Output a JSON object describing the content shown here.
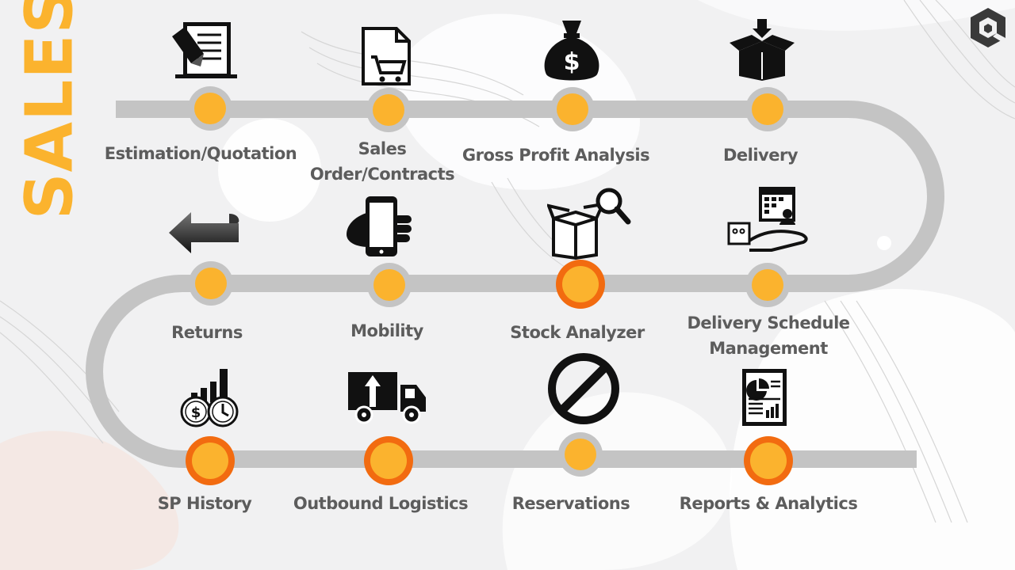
{
  "title": "SALES",
  "colors": {
    "accent": "#fbb32e",
    "active": "#f26b10",
    "track": "#c4c4c4",
    "label": "#5c5c5c"
  },
  "steps": [
    {
      "label": "Estimation/Quotation",
      "icon": "quotation-document-icon",
      "active": false
    },
    {
      "label": "Sales Order/Contracts",
      "line1": "Sales",
      "line2": "Order/Contracts",
      "icon": "sales-order-cart-icon",
      "active": false
    },
    {
      "label": "Gross Profit Analysis",
      "icon": "money-bag-icon",
      "active": false
    },
    {
      "label": "Delivery",
      "icon": "delivery-box-icon",
      "active": false
    },
    {
      "label": "Returns",
      "icon": "return-arrow-icon",
      "active": false
    },
    {
      "label": "Mobility",
      "icon": "mobile-phone-icon",
      "active": false
    },
    {
      "label": "Stock Analyzer",
      "icon": "stock-search-box-icon",
      "active": true
    },
    {
      "label": "Delivery Schedule Management",
      "line1": "Delivery Schedule",
      "line2": "Management",
      "icon": "delivery-schedule-icon",
      "active": false
    },
    {
      "label": "SP History",
      "icon": "sp-history-icon",
      "active": true
    },
    {
      "label": "Outbound Logistics",
      "icon": "truck-icon",
      "active": true
    },
    {
      "label": "Reservations",
      "icon": "prohibited-icon",
      "active": false
    },
    {
      "label": "Reports & Analytics",
      "icon": "report-chart-icon",
      "active": true
    }
  ]
}
